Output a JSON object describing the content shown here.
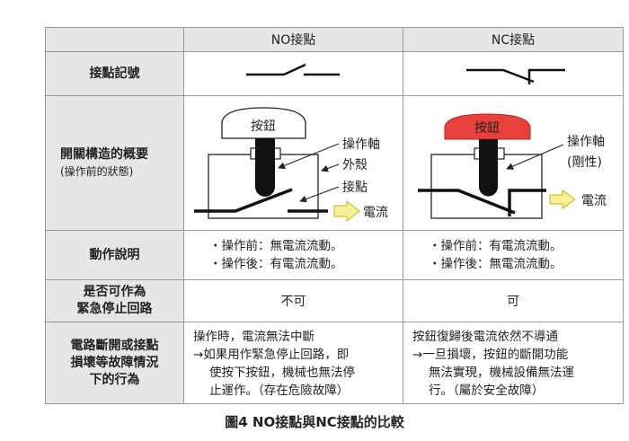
{
  "header": {
    "col_no": "NO接點",
    "col_nc": "NC接點"
  },
  "rows": {
    "symbol": {
      "label": "接點記號"
    },
    "structure": {
      "label": "開關構造的概要",
      "sublabel": "(操作前的狀態)"
    },
    "action": {
      "label": "動作說明",
      "no": [
        "・操作前：無電流流動。",
        "・操作後：有電流流動。"
      ],
      "nc": [
        "・操作前：有電流流動。",
        "・操作後：無電流流動。"
      ]
    },
    "emergency": {
      "label_1": "是否可作為",
      "label_2": "緊急停止回路",
      "no": "不可",
      "nc": "可"
    },
    "failure": {
      "label": [
        "電路斷開或接點",
        "損壞等故障情況",
        "下的行為"
      ],
      "no": [
        "操作時，電流無法中斷",
        "→如果用作緊急停止回路，即",
        "使按下按鈕，機械也無法停",
        "止運作。（存在危險故障）"
      ],
      "nc": [
        "按鈕復歸後電流依然不導通",
        "→一旦損壞，按鈕的斷開功能",
        "無法實現，機械設備無法運",
        "行。（屬於安全故障）"
      ]
    }
  },
  "diagram_no": {
    "button": "按鈕",
    "shaft": "操作軸",
    "case": "外殼",
    "contact": "接點",
    "current": "電流"
  },
  "diagram_nc": {
    "button": "按鈕",
    "shaft": "操作軸",
    "rigid": "(剛性)",
    "current": "電流"
  },
  "colors": {
    "nc_button": "#e8413c",
    "arrow": "#f7f09a",
    "header_bg": "#e6e6e8"
  },
  "caption": "圖4  NO接點與NC接點的比較"
}
